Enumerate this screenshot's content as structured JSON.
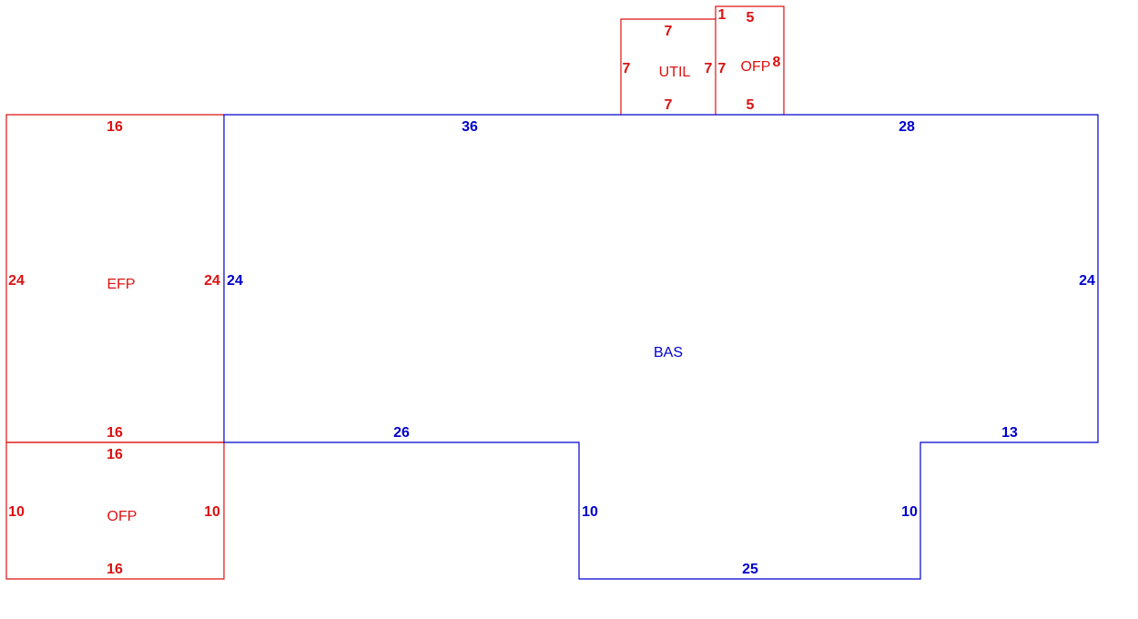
{
  "colors": {
    "addition": "#dd1111",
    "base": "#0000cc",
    "background": "#ffffff"
  },
  "areas": {
    "bas": {
      "name": "BAS",
      "sides": {
        "top_left": "36",
        "top_right": "28",
        "left": "24",
        "right": "24",
        "bottom_left": "26",
        "bottom_right": "13",
        "notch_left": "10",
        "notch_right": "10",
        "notch_bottom": "25"
      }
    },
    "efp": {
      "name": "EFP",
      "sides": {
        "top": "16",
        "left": "24",
        "right": "24",
        "bottom": "16"
      }
    },
    "ofp_bottom": {
      "name": "OFP",
      "sides": {
        "top": "16",
        "left": "10",
        "right": "10",
        "bottom": "16"
      }
    },
    "util": {
      "name": "UTIL",
      "sides": {
        "top": "7",
        "left": "7",
        "right": "7",
        "bottom": "7",
        "offset": "1"
      }
    },
    "ofp_top": {
      "name": "OFP",
      "sides": {
        "top": "5",
        "left": "7",
        "right": "8",
        "bottom": "5"
      }
    }
  }
}
